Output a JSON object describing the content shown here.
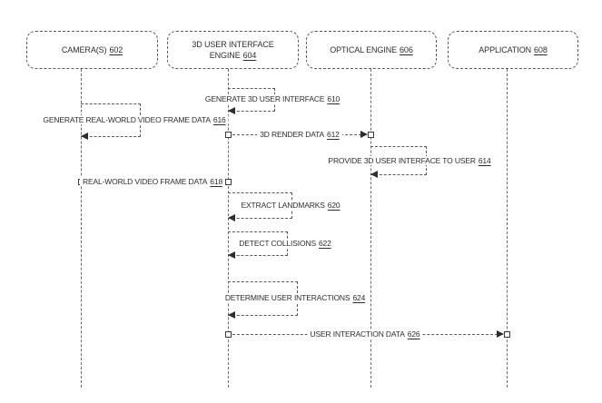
{
  "figure": {
    "type": "sequence-diagram",
    "background_color": "#ffffff",
    "line_color": "#5a5a5a",
    "text_color": "#2e2e2e"
  },
  "actors": [
    {
      "label": "CAMERA(S)",
      "ref": "602"
    },
    {
      "label": "3D USER INTERFACE ENGINE",
      "ref": "604"
    },
    {
      "label": "OPTICAL ENGINE",
      "ref": "606"
    },
    {
      "label": "APPLICATION",
      "ref": "608"
    }
  ],
  "messages": [
    {
      "label": "GENERATE 3D USER INTERFACE",
      "ref": "610",
      "kind": "self",
      "actor": "3d-user-interface-engine"
    },
    {
      "label": "GENERATE REAL-WORLD VIDEO FRAME DATA",
      "ref": "616",
      "kind": "self",
      "actor": "cameras"
    },
    {
      "label": "3D RENDER DATA",
      "ref": "612",
      "kind": "arrow",
      "from": "3d-user-interface-engine",
      "to": "optical-engine"
    },
    {
      "label": "PROVIDE 3D USER INTERFACE TO USER",
      "ref": "614",
      "kind": "self",
      "actor": "optical-engine"
    },
    {
      "label": "REAL-WORLD VIDEO FRAME DATA",
      "ref": "618",
      "kind": "arrow",
      "from": "cameras",
      "to": "3d-user-interface-engine"
    },
    {
      "label": "EXTRACT LANDMARKS",
      "ref": "620",
      "kind": "self",
      "actor": "3d-user-interface-engine"
    },
    {
      "label": "DETECT COLLISIONS",
      "ref": "622",
      "kind": "self",
      "actor": "3d-user-interface-engine"
    },
    {
      "label": "DETERMINE USER INTERACTIONS",
      "ref": "624",
      "kind": "self",
      "actor": "3d-user-interface-engine"
    },
    {
      "label": "USER INTERACTION DATA",
      "ref": "626",
      "kind": "arrow",
      "from": "3d-user-interface-engine",
      "to": "application"
    }
  ]
}
